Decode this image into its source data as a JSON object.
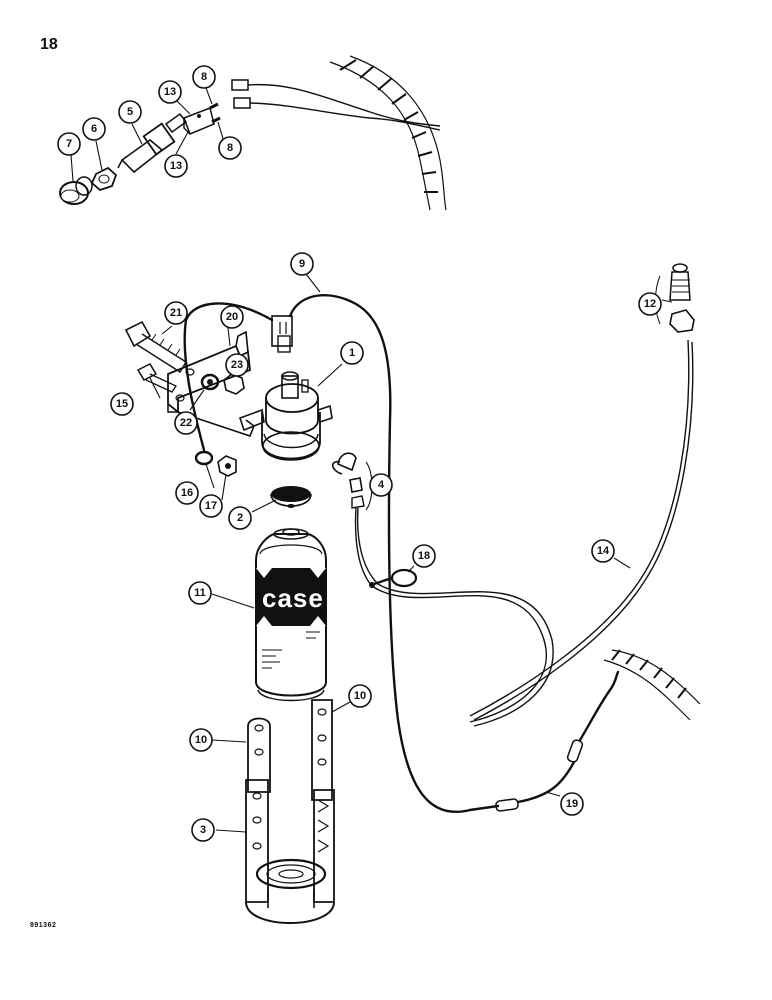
{
  "page_number": "18",
  "reference_code": "891362",
  "canister_brand": "case",
  "callouts": [
    {
      "id": "c1",
      "label": "1"
    },
    {
      "id": "c2",
      "label": "2"
    },
    {
      "id": "c3",
      "label": "3"
    },
    {
      "id": "c4",
      "label": "4"
    },
    {
      "id": "c5",
      "label": "5"
    },
    {
      "id": "c6",
      "label": "6"
    },
    {
      "id": "c7",
      "label": "7"
    },
    {
      "id": "c8a",
      "label": "8"
    },
    {
      "id": "c8b",
      "label": "8"
    },
    {
      "id": "c9",
      "label": "9"
    },
    {
      "id": "c10a",
      "label": "10"
    },
    {
      "id": "c10b",
      "label": "10"
    },
    {
      "id": "c11",
      "label": "11"
    },
    {
      "id": "c12",
      "label": "12"
    },
    {
      "id": "c13a",
      "label": "13"
    },
    {
      "id": "c13b",
      "label": "13"
    },
    {
      "id": "c14",
      "label": "14"
    },
    {
      "id": "c15",
      "label": "15"
    },
    {
      "id": "c16",
      "label": "16"
    },
    {
      "id": "c17",
      "label": "17"
    },
    {
      "id": "c18",
      "label": "18"
    },
    {
      "id": "c19",
      "label": "19"
    },
    {
      "id": "c20",
      "label": "20"
    },
    {
      "id": "c21",
      "label": "21"
    },
    {
      "id": "c22",
      "label": "22"
    },
    {
      "id": "c23",
      "label": "23"
    }
  ]
}
